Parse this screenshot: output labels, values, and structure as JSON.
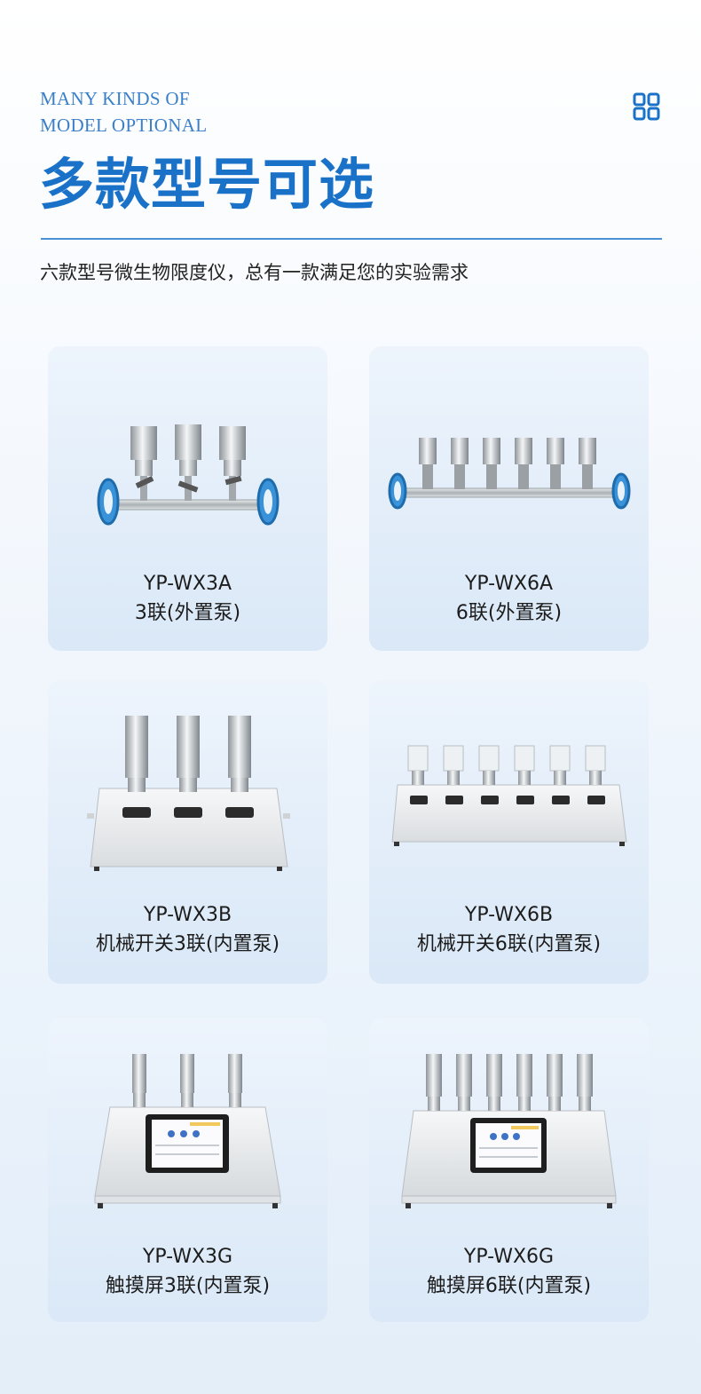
{
  "header": {
    "en_line1": "MANY KINDS OF",
    "en_line2": "MODEL OPTIONAL",
    "cn_title": "多款型号可选",
    "subtitle": "六款型号微生物限度仪，总有一款满足您的实验需求",
    "icon": "grid-icon"
  },
  "colors": {
    "accent": "#1a72c8",
    "accent_light": "#3a7fc9",
    "card_bg": "#e4eef9"
  },
  "products": [
    {
      "model": "YP-WX3A",
      "desc": "3联(外置泵)"
    },
    {
      "model": "YP-WX6A",
      "desc": "6联(外置泵)"
    },
    {
      "model": "YP-WX3B",
      "desc": "机械开关3联(内置泵)"
    },
    {
      "model": "YP-WX6B",
      "desc": "机械开关6联(内置泵)"
    },
    {
      "model": "YP-WX3G",
      "desc": "触摸屏3联(内置泵)"
    },
    {
      "model": "YP-WX6G",
      "desc": "触摸屏6联(内置泵)"
    }
  ]
}
